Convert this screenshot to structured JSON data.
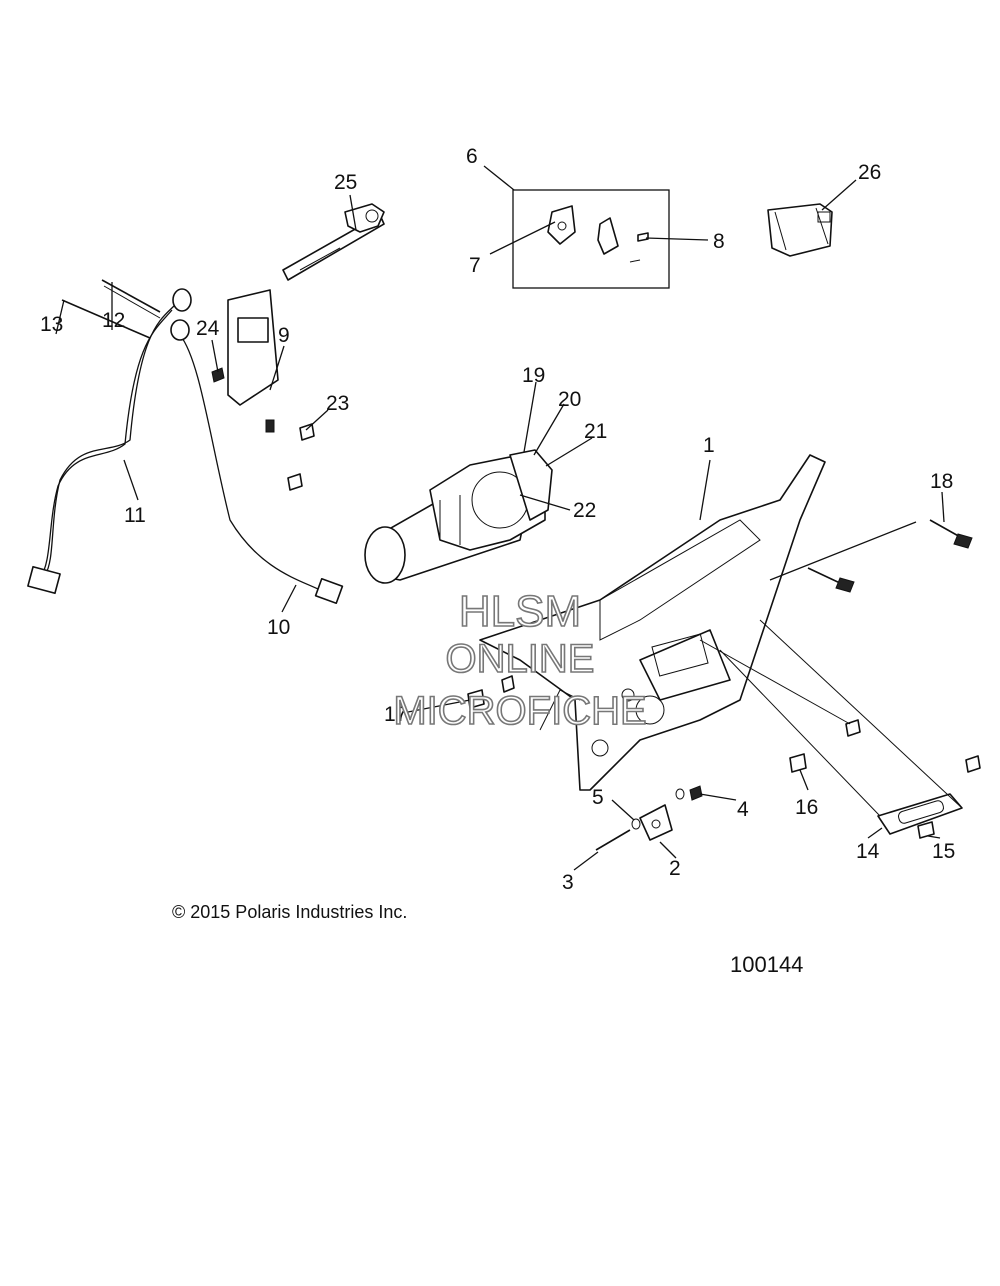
{
  "callouts": {
    "c1": "1",
    "c2": "2",
    "c3": "3",
    "c4": "4",
    "c5": "5",
    "c6": "6",
    "c7": "7",
    "c8": "8",
    "c9": "9",
    "c10": "10",
    "c11": "11",
    "c12": "12",
    "c13": "13",
    "c14": "14",
    "c15": "15",
    "c16": "16",
    "c17": "17",
    "c18": "18",
    "c19": "19",
    "c20": "20",
    "c21": "21",
    "c22": "22",
    "c23": "23",
    "c24": "24",
    "c25": "25",
    "c26": "26"
  },
  "watermark": {
    "line1": "HLSM",
    "line2": "ONLINE",
    "line3": "MICROFICHE"
  },
  "footer": {
    "copyright": "© 2015 Polaris Industries Inc.",
    "diagram_number": "100144"
  }
}
